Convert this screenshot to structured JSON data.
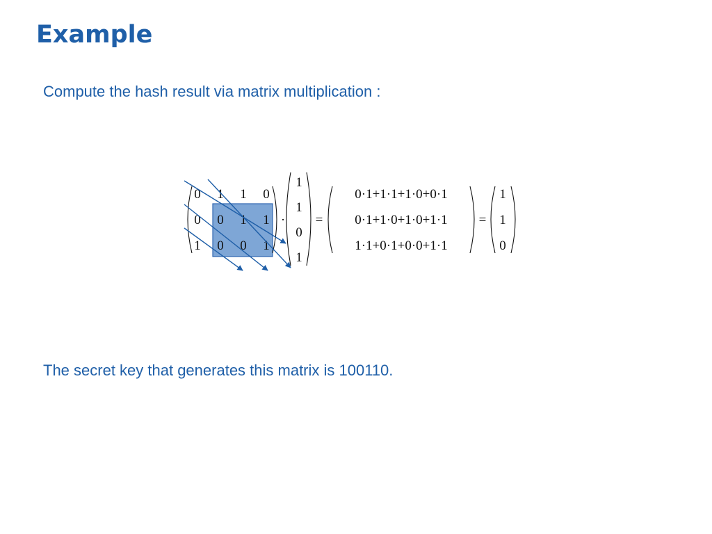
{
  "slide": {
    "title": "Example",
    "intro": "Compute the hash result via matrix multiplication :",
    "conclusion": "The secret key that generates this matrix is 100110."
  },
  "equation": {
    "matrix_rows": [
      [
        "0",
        "1",
        "1",
        "0"
      ],
      [
        "0",
        "0",
        "1",
        "1"
      ],
      [
        "1",
        "0",
        "0",
        "1"
      ]
    ],
    "dot_symbol": "·",
    "vector": [
      "1",
      "1",
      "0",
      "1"
    ],
    "equals_symbol": "=",
    "expansion_rows": [
      "0·1+1·1+1·0+0·1",
      "0·1+1·0+1·0+1·1",
      "1·1+0·1+0·0+1·1"
    ],
    "result": [
      "1",
      "1",
      "0"
    ]
  },
  "colors": {
    "title": "#1f5fa8",
    "text": "#1f5fa8",
    "highlight_fill": "#7ea6d6",
    "highlight_border": "#2f66b0",
    "arrows": "#1f5fa8"
  }
}
